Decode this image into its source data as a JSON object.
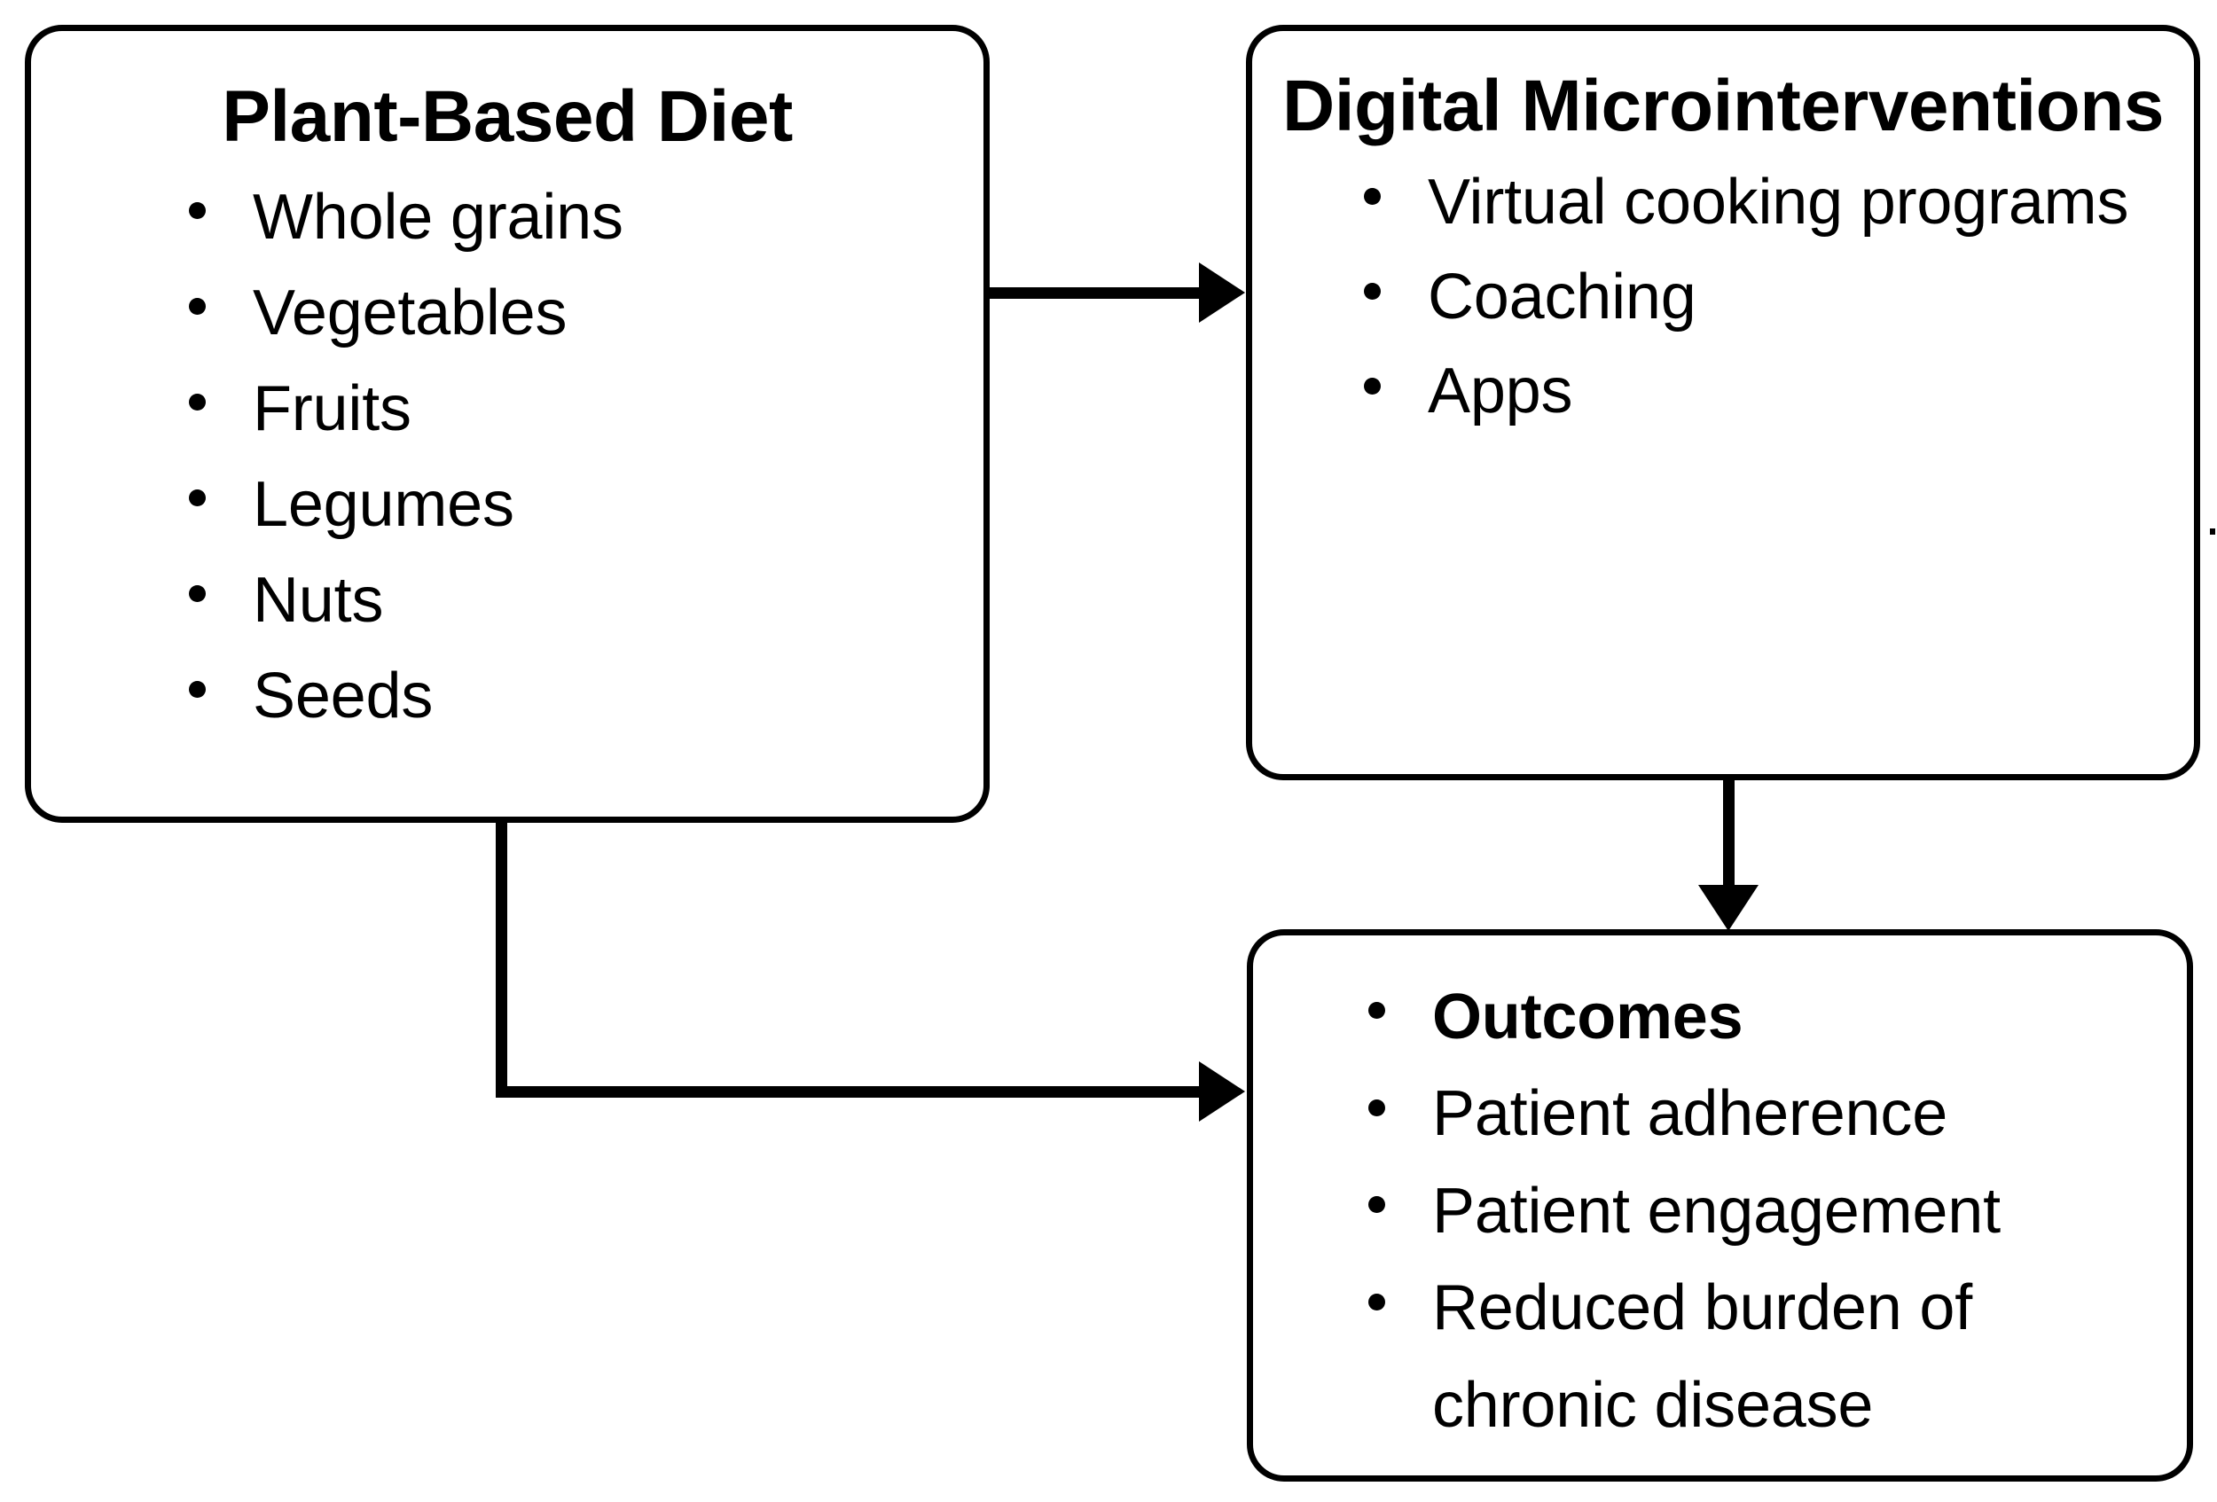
{
  "diagram": {
    "nodes": [
      {
        "id": "plant-based-diet",
        "title": "Plant-Based Diet",
        "items": [
          "Whole grains",
          "Vegetables",
          "Fruits",
          "Legumes",
          "Nuts",
          "Seeds"
        ]
      },
      {
        "id": "digital-microinterventions",
        "title": "Digital Microinterventions",
        "items": [
          "Virtual cooking programs",
          "Coaching",
          "Apps"
        ]
      },
      {
        "id": "outcomes",
        "title": "",
        "items": [
          "Outcomes",
          "Patient adherence",
          "Patient engagement",
          "Reduced burden of chronic disease"
        ]
      }
    ],
    "edges": [
      {
        "id": "plant-to-digital",
        "from": "plant-based-diet",
        "to": "digital-microinterventions",
        "shape": "straight-horizontal",
        "arrowhead": "right"
      },
      {
        "id": "plant-to-outcomes",
        "from": "plant-based-diet",
        "to": "outcomes",
        "shape": "elbow-down-right",
        "arrowhead": "right"
      },
      {
        "id": "digital-to-outcomes",
        "from": "digital-microinterventions",
        "to": "outcomes",
        "shape": "straight-vertical",
        "arrowhead": "down"
      }
    ],
    "colors": {
      "stroke": "#000000",
      "fill": "#ffffff",
      "text": "#000000"
    }
  }
}
